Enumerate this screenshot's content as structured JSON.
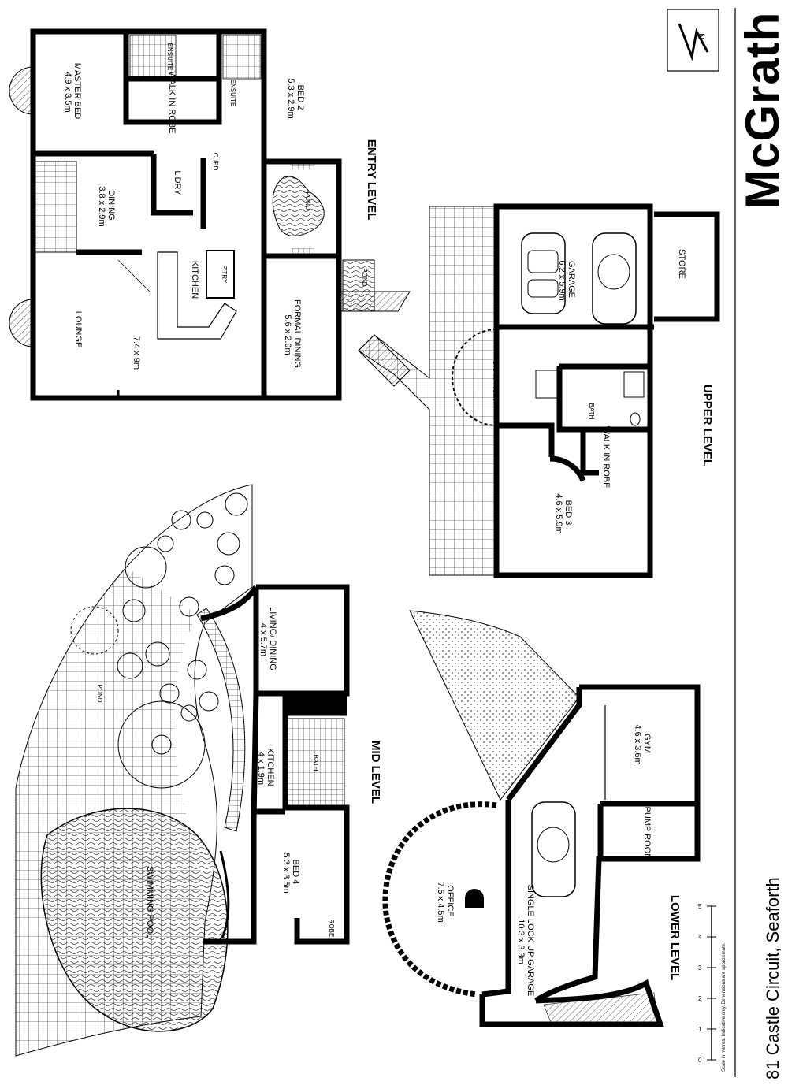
{
  "brand": {
    "name": "McGrath",
    "address": "81 Castle Circuit, Seaforth",
    "disclaimer": "Scale in metres. Indicative only. Dimensions are approximate."
  },
  "scale_ticks": [
    "0",
    "1",
    "2",
    "3",
    "4",
    "5"
  ],
  "levels": {
    "entry": {
      "label": "ENTRY LEVEL",
      "rooms": [
        {
          "name": "MASTER BED",
          "size": "4.9 x 3.5m"
        },
        {
          "name": "ENSUITE",
          "size": ""
        },
        {
          "name": "WALK IN ROBE",
          "size": ""
        },
        {
          "name": "ENSUITE",
          "size": ""
        },
        {
          "name": "BED 2",
          "size": "5.3 x 2.9m"
        },
        {
          "name": "DINING",
          "size": "3.8 x 2.9m"
        },
        {
          "name": "L'DRY",
          "size": ""
        },
        {
          "name": "CUPD",
          "size": ""
        },
        {
          "name": "POND",
          "size": ""
        },
        {
          "name": "KITCHEN",
          "size": ""
        },
        {
          "name": "P'TRY",
          "size": ""
        },
        {
          "name": "LOUNGE",
          "size": "7.4 x 9m"
        },
        {
          "name": "FORMAL DINING",
          "size": "5.6 x 2.9m"
        },
        {
          "name": "POND",
          "size": ""
        }
      ]
    },
    "upper": {
      "label": "UPPER LEVEL",
      "rooms": [
        {
          "name": "GARAGE",
          "size": "6.2 x 5.9m"
        },
        {
          "name": "STORE",
          "size": ""
        },
        {
          "name": "",
          "size": "3.5 x 4.3m"
        },
        {
          "name": "BATH",
          "size": ""
        },
        {
          "name": "WALK IN ROBE",
          "size": ""
        },
        {
          "name": "BED 3",
          "size": "4.6 x 5.9m"
        }
      ]
    },
    "mid": {
      "label": "MID LEVEL",
      "rooms": [
        {
          "name": "LIVING/ DINING",
          "size": "4 x 5.7m"
        },
        {
          "name": "KITCHEN",
          "size": "4 x 1.9m"
        },
        {
          "name": "BATH",
          "size": ""
        },
        {
          "name": "BED 4",
          "size": "5.3 x 3.5m"
        },
        {
          "name": "ROBE",
          "size": ""
        },
        {
          "name": "SWIMMING POOL",
          "size": ""
        },
        {
          "name": "POND",
          "size": ""
        }
      ]
    },
    "lower": {
      "label": "LOWER LEVEL",
      "rooms": [
        {
          "name": "GYM",
          "size": "4.6 x 3.6m"
        },
        {
          "name": "PUMP ROOM",
          "size": ""
        },
        {
          "name": "OFFICE",
          "size": "7.5 x 4.5m"
        },
        {
          "name": "SINGLE LOCK UP GARAGE",
          "size": "10.3 x 3.3m"
        }
      ]
    }
  }
}
